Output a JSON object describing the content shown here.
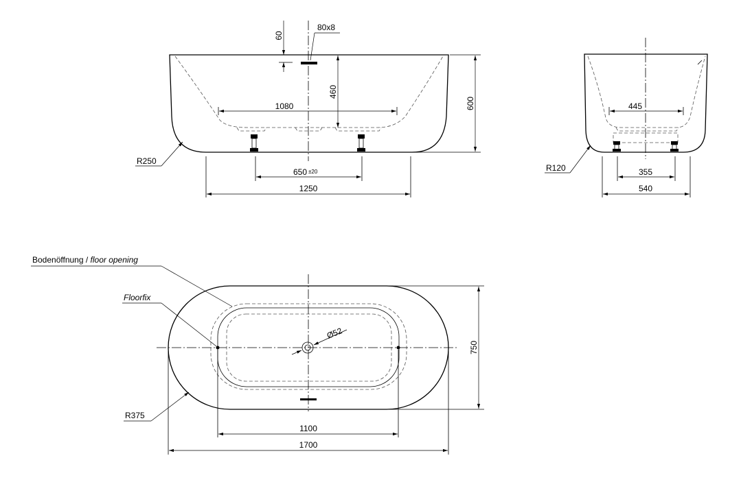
{
  "front_view": {
    "dim_top_thickness": "60",
    "dim_overflow": "80x8",
    "dim_overflow_height": "460",
    "dim_height": "600",
    "dim_inner_length": "1080",
    "dim_feet_spacing": "650",
    "dim_feet_tolerance": "±20",
    "dim_base_length": "1250",
    "dim_radius": "R250"
  },
  "side_view": {
    "dim_inner_width": "445",
    "dim_feet_spacing": "355",
    "dim_base_width": "540",
    "dim_radius": "R120"
  },
  "top_view": {
    "label_floor_opening_de": "Bodenöffnung / ",
    "label_floor_opening_en": "floor opening",
    "label_floorfix": "Floorfix",
    "dim_drain": "Ø52",
    "dim_width": "750",
    "dim_floorfix_spacing": "1100",
    "dim_length": "1700",
    "dim_radius": "R375"
  }
}
